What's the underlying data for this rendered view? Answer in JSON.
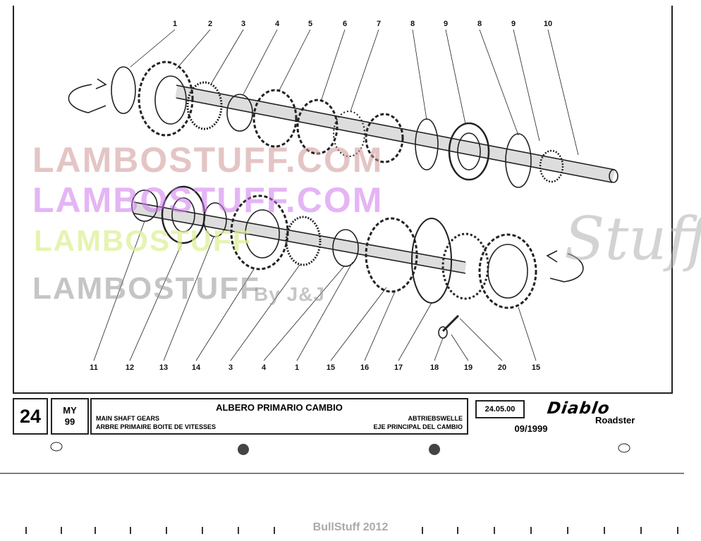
{
  "diagram": {
    "callouts_top": [
      "1",
      "2",
      "3",
      "4",
      "5",
      "6",
      "7",
      "8",
      "9",
      "8",
      "9",
      "10"
    ],
    "callouts_bottom": [
      "11",
      "12",
      "13",
      "14",
      "3",
      "4",
      "1",
      "15",
      "16",
      "17",
      "18",
      "19",
      "20",
      "15"
    ]
  },
  "watermarks": {
    "line1": "LAMBOSTUFF.COM",
    "line2": "LAMBOSTUFF.COM",
    "line3": "LAMBOSTUFF",
    "line4": "LAMBOSTUFF",
    "byline": "By J&J",
    "script": "Stuff"
  },
  "title_block": {
    "sheet_number": "24",
    "my_label": "MY",
    "my_value": "99",
    "title_it": "ALBERO PRIMARIO CAMBIO",
    "title_en": "MAIN SHAFT GEARS",
    "title_fr": "ARBRE PRIMAIRE BOITE DE VITESSES",
    "title_de": "ABTRIEBSWELLE",
    "title_es": "EJE PRINCIPAL DEL CAMBIO",
    "code": "24.05.00",
    "revision": "09/1999",
    "logo": "Diablo",
    "model": "Roadster"
  },
  "footer": {
    "credit": "BullStuff 2012"
  },
  "colors": {
    "ink": "#222222",
    "watermark_red": "#cd9696",
    "watermark_violet": "#cd78eb",
    "watermark_yellow": "#dcf096"
  }
}
